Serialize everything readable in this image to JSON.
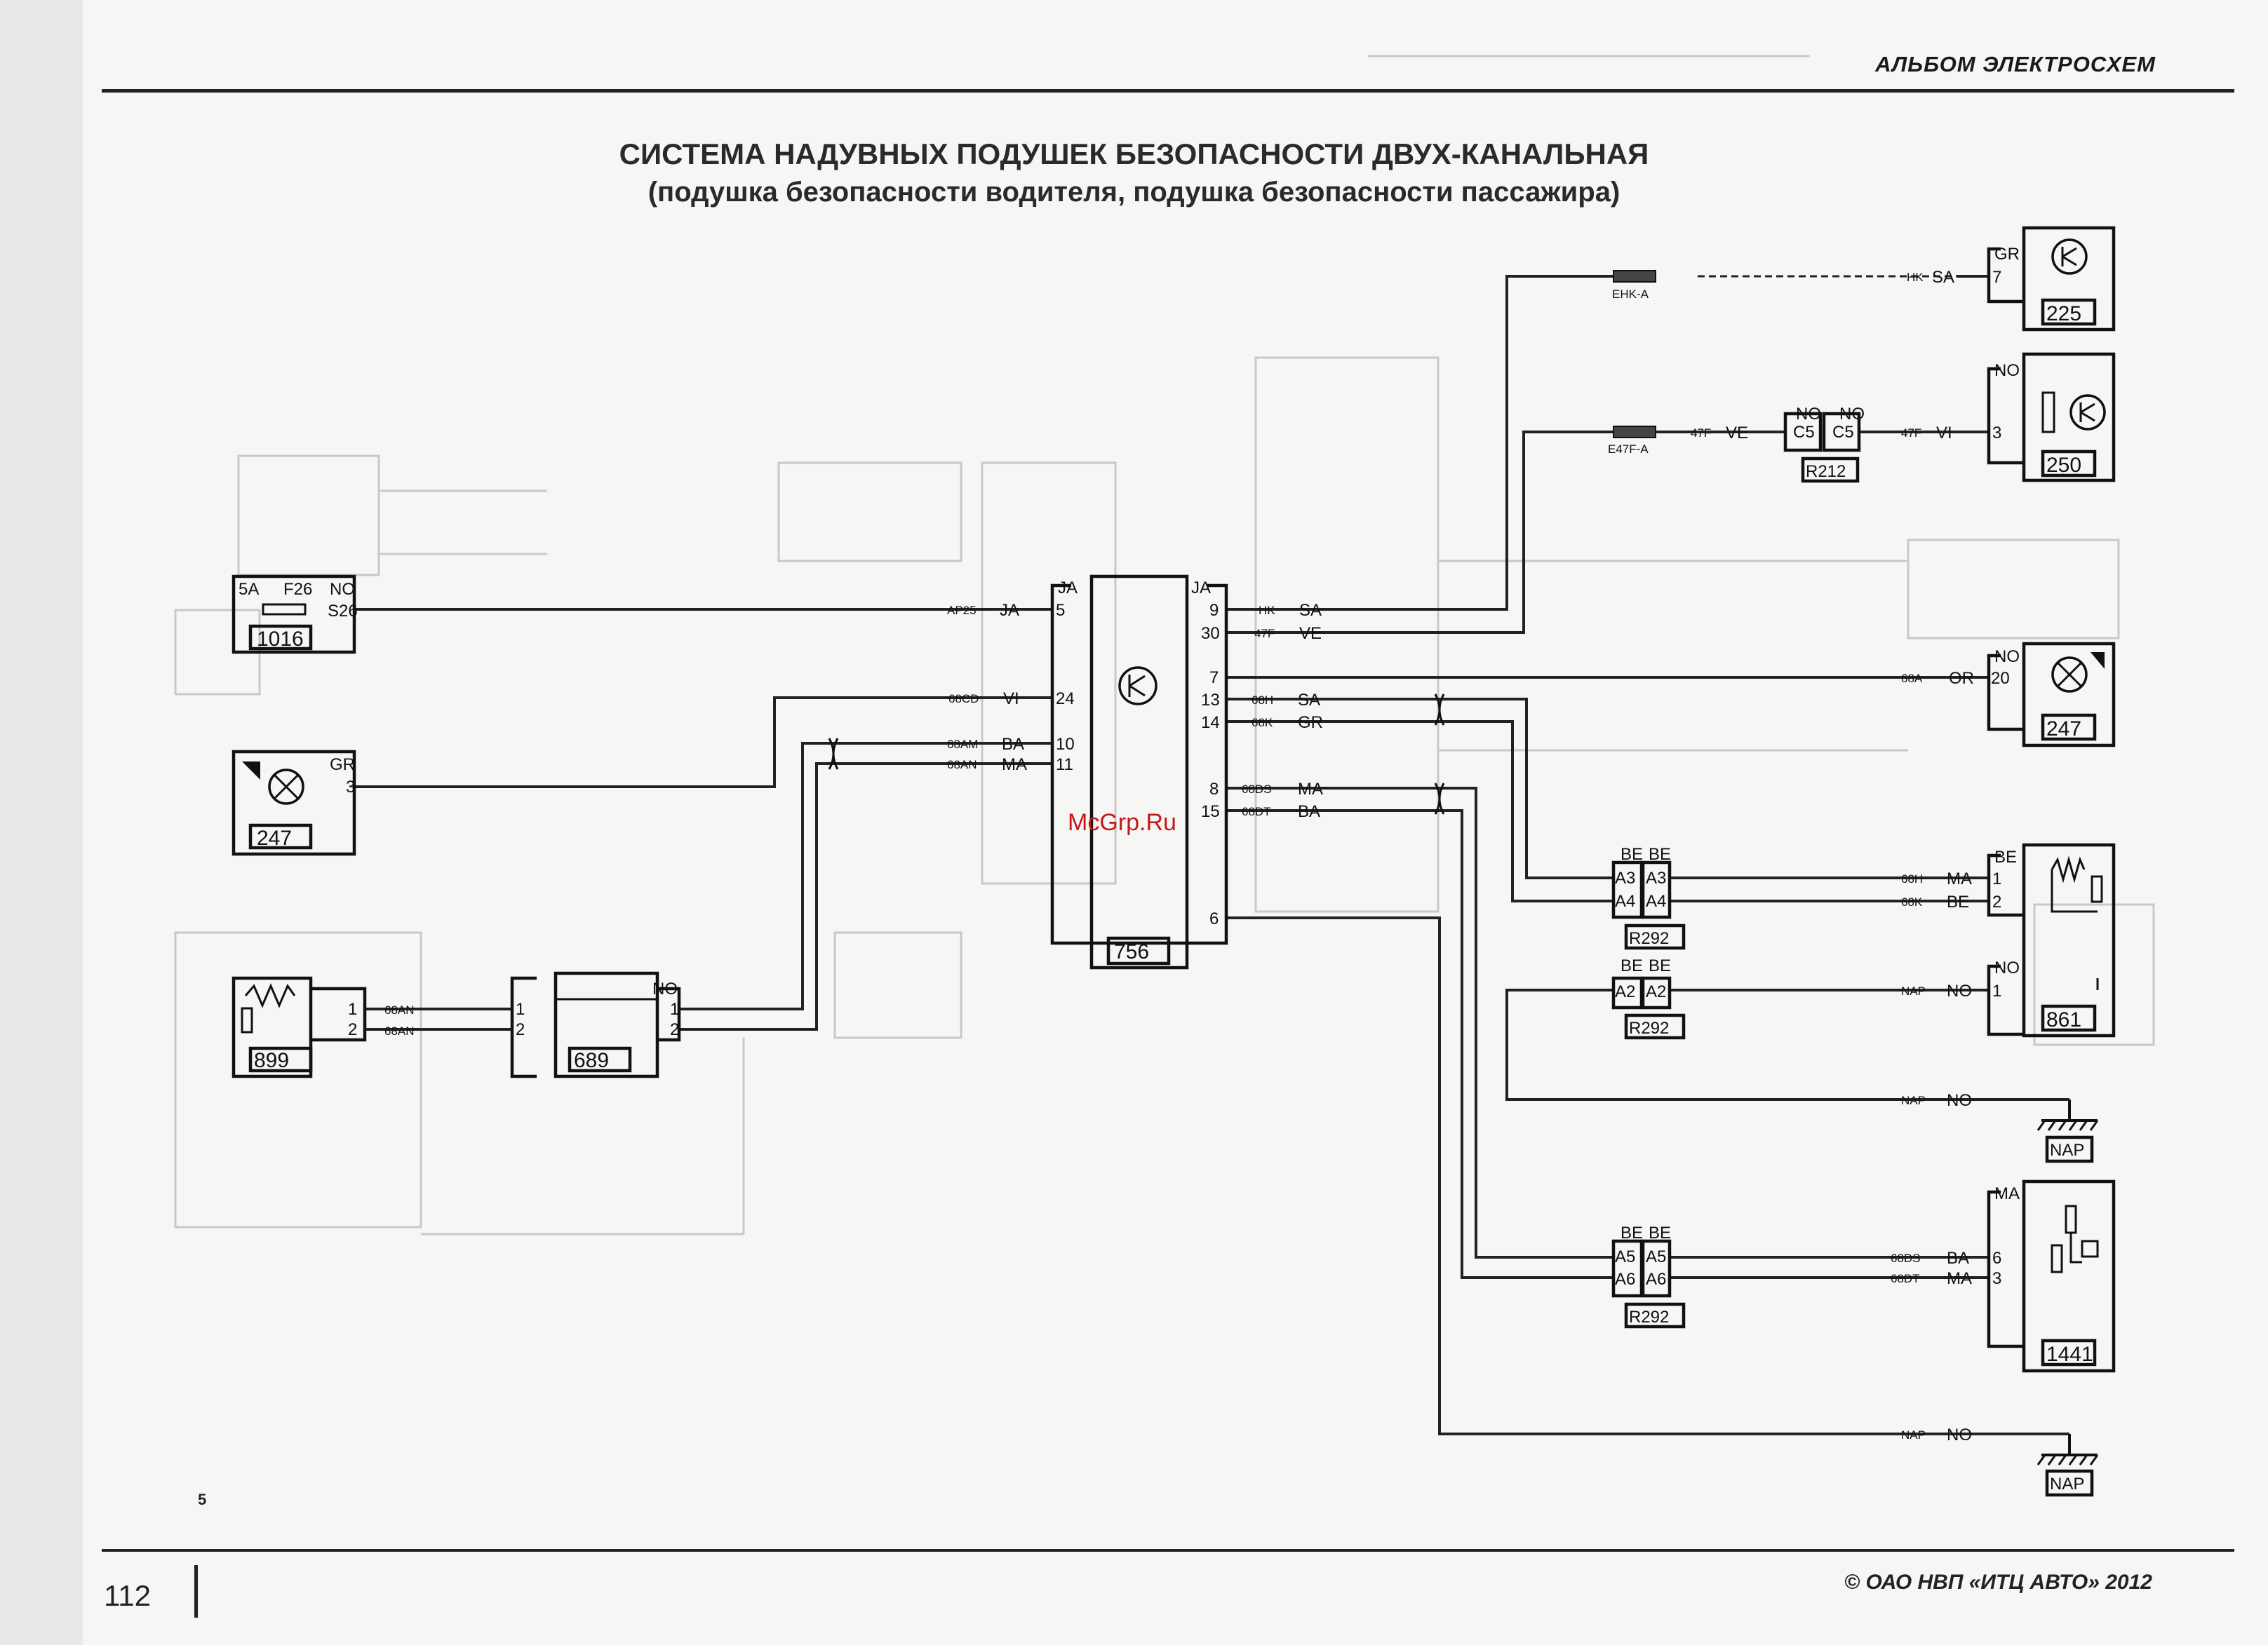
{
  "header": {
    "album": "АЛЬБОМ ЭЛЕКТРОСХЕМ",
    "title": "СИСТЕМА НАДУВНЫХ ПОДУШЕК БЕЗОПАСНОСТИ ДВУХ-КАНАЛЬНАЯ",
    "subtitle": "(подушка безопасности водителя, подушка безопасности пассажира)"
  },
  "footer": {
    "page_number": "112",
    "copyright": "©   ОАО НВП «ИТЦ АВТО»    2012",
    "sheet_ref": "5"
  },
  "watermark": "McGrp.Ru",
  "components": {
    "c1016": {
      "id": "1016",
      "fuse_rating": "5A",
      "fuse_id": "F26",
      "wire_color": "NO",
      "pin": "S26"
    },
    "c247_left": {
      "id": "247",
      "wire_color": "GR",
      "pin": "3"
    },
    "c899": {
      "id": "899",
      "pin1": "1",
      "pin2": "2",
      "wire1": "68AN",
      "wire2": "68AN"
    },
    "c689": {
      "id": "689",
      "pin1": "1",
      "pin2": "2",
      "out_pin1": "1",
      "out_pin2": "2",
      "wire_color": "NO"
    },
    "c756": {
      "id": "756",
      "left_connector": "JA",
      "right_connector": "JA"
    },
    "c225": {
      "id": "225",
      "wire_color": "GR",
      "pin": "7"
    },
    "c250": {
      "id": "250",
      "wire_color": "NO",
      "pin": "3"
    },
    "r212": {
      "id": "R212",
      "left_color": "NO",
      "right_color": "NO",
      "left_pin": "C5",
      "right_pin": "C5"
    },
    "c247_right": {
      "id": "247",
      "wire_color": "NO",
      "pin": "20"
    },
    "r292_a": {
      "id": "R292",
      "colors": [
        "BE",
        "BE"
      ],
      "pins_left": [
        "A3",
        "A4"
      ],
      "pins_right": [
        "A3",
        "A4"
      ]
    },
    "r292_b": {
      "id": "R292",
      "colors": [
        "BE",
        "BE"
      ],
      "pins_left": [
        "A2"
      ],
      "pins_right": [
        "A2"
      ]
    },
    "r292_c": {
      "id": "R292",
      "colors": [
        "BE",
        "BE"
      ],
      "pins_left": [
        "A5",
        "A6"
      ],
      "pins_right": [
        "A5",
        "A6"
      ]
    },
    "c861": {
      "id": "861",
      "pins": [
        "1",
        "2",
        "1"
      ],
      "colors": [
        "BE",
        "NO"
      ]
    },
    "c1441": {
      "id": "1441",
      "pins": [
        "6",
        "3"
      ],
      "wire_color": "MA"
    },
    "ground1": {
      "id": "NAP"
    },
    "ground2": {
      "id": "NAP"
    }
  },
  "splices": {
    "ehk": "EHK-A",
    "e47f": "E47F-A"
  },
  "wires": {
    "ehk_line": {
      "code": "HK",
      "color": "SA"
    },
    "e47f_left": {
      "code": "47F",
      "color": "VE"
    },
    "e47f_right": {
      "code": "47F",
      "color": "VI"
    },
    "ap25": {
      "code": "AP25",
      "color": "JA",
      "pin": "5"
    },
    "w68cd": {
      "code": "68CD",
      "color": "VI",
      "pin": "24"
    },
    "w68am": {
      "code": "68AM",
      "color": "BA",
      "pin": "10"
    },
    "w68an": {
      "code": "68AN",
      "color": "MA",
      "pin": "11"
    },
    "r9": {
      "pin": "9",
      "code": "HK",
      "color": "SA"
    },
    "r30": {
      "pin": "30",
      "code": "47F",
      "color": "VE"
    },
    "r7": {
      "pin": "7"
    },
    "r13": {
      "pin": "13",
      "code": "68H",
      "color": "SA"
    },
    "r14": {
      "pin": "14",
      "code": "68K",
      "color": "GR"
    },
    "r8": {
      "pin": "8",
      "code": "68DS",
      "color": "MA"
    },
    "r15": {
      "pin": "15",
      "code": "68DT",
      "color": "BA"
    },
    "r6": {
      "pin": "6"
    },
    "w68a": {
      "code": "68A",
      "color": "OR"
    },
    "w68h_out": {
      "code": "68H",
      "color": "MA"
    },
    "w68k_out": {
      "code": "68K",
      "color": "BE"
    },
    "nap1": {
      "code": "NAP",
      "color": "NO"
    },
    "nap2": {
      "code": "NAP",
      "color": "NO"
    },
    "nap3": {
      "code": "NAP",
      "color": "NO"
    },
    "w68ds_out": {
      "code": "68DS",
      "color": "BA"
    },
    "w68dt_out": {
      "code": "68DT",
      "color": "MA"
    }
  }
}
